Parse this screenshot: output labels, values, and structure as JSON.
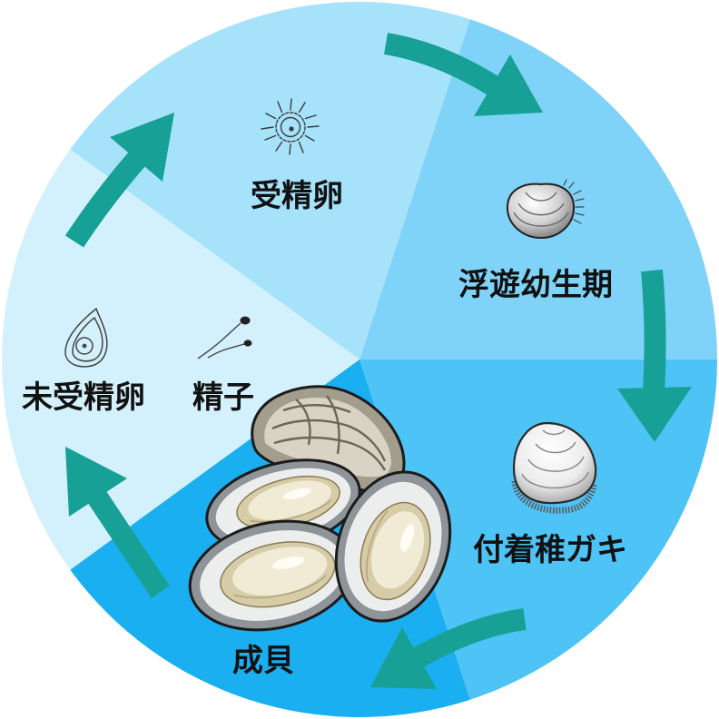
{
  "stages": {
    "fertilized_egg": "受精卵",
    "floating_larva": "浮遊幼生期",
    "attached_spat": "付着稚ガキ",
    "adult": "成貝",
    "unfertilized_egg": "未受精卵",
    "sperm": "精子"
  },
  "colors": {
    "sector_fertilized_egg": "#a7e2fb",
    "sector_floating_larva": "#80d3f8",
    "sector_attached_spat": "#4ec4f6",
    "sector_adult": "#1aaff0",
    "sector_gametes": "#d3f1fc",
    "arrow": "#17a096",
    "label_text": "#111111"
  },
  "icons": {
    "fertilized_egg": "fertilized-egg-icon",
    "floating_larva": "floating-larva-shell-icon",
    "attached_spat": "attached-spat-shell-icon",
    "adult": "adult-oysters-icon",
    "unfertilized_egg": "unfertilized-egg-icon",
    "sperm": "sperm-icon",
    "cycle": "cycle-arrow-icon"
  }
}
